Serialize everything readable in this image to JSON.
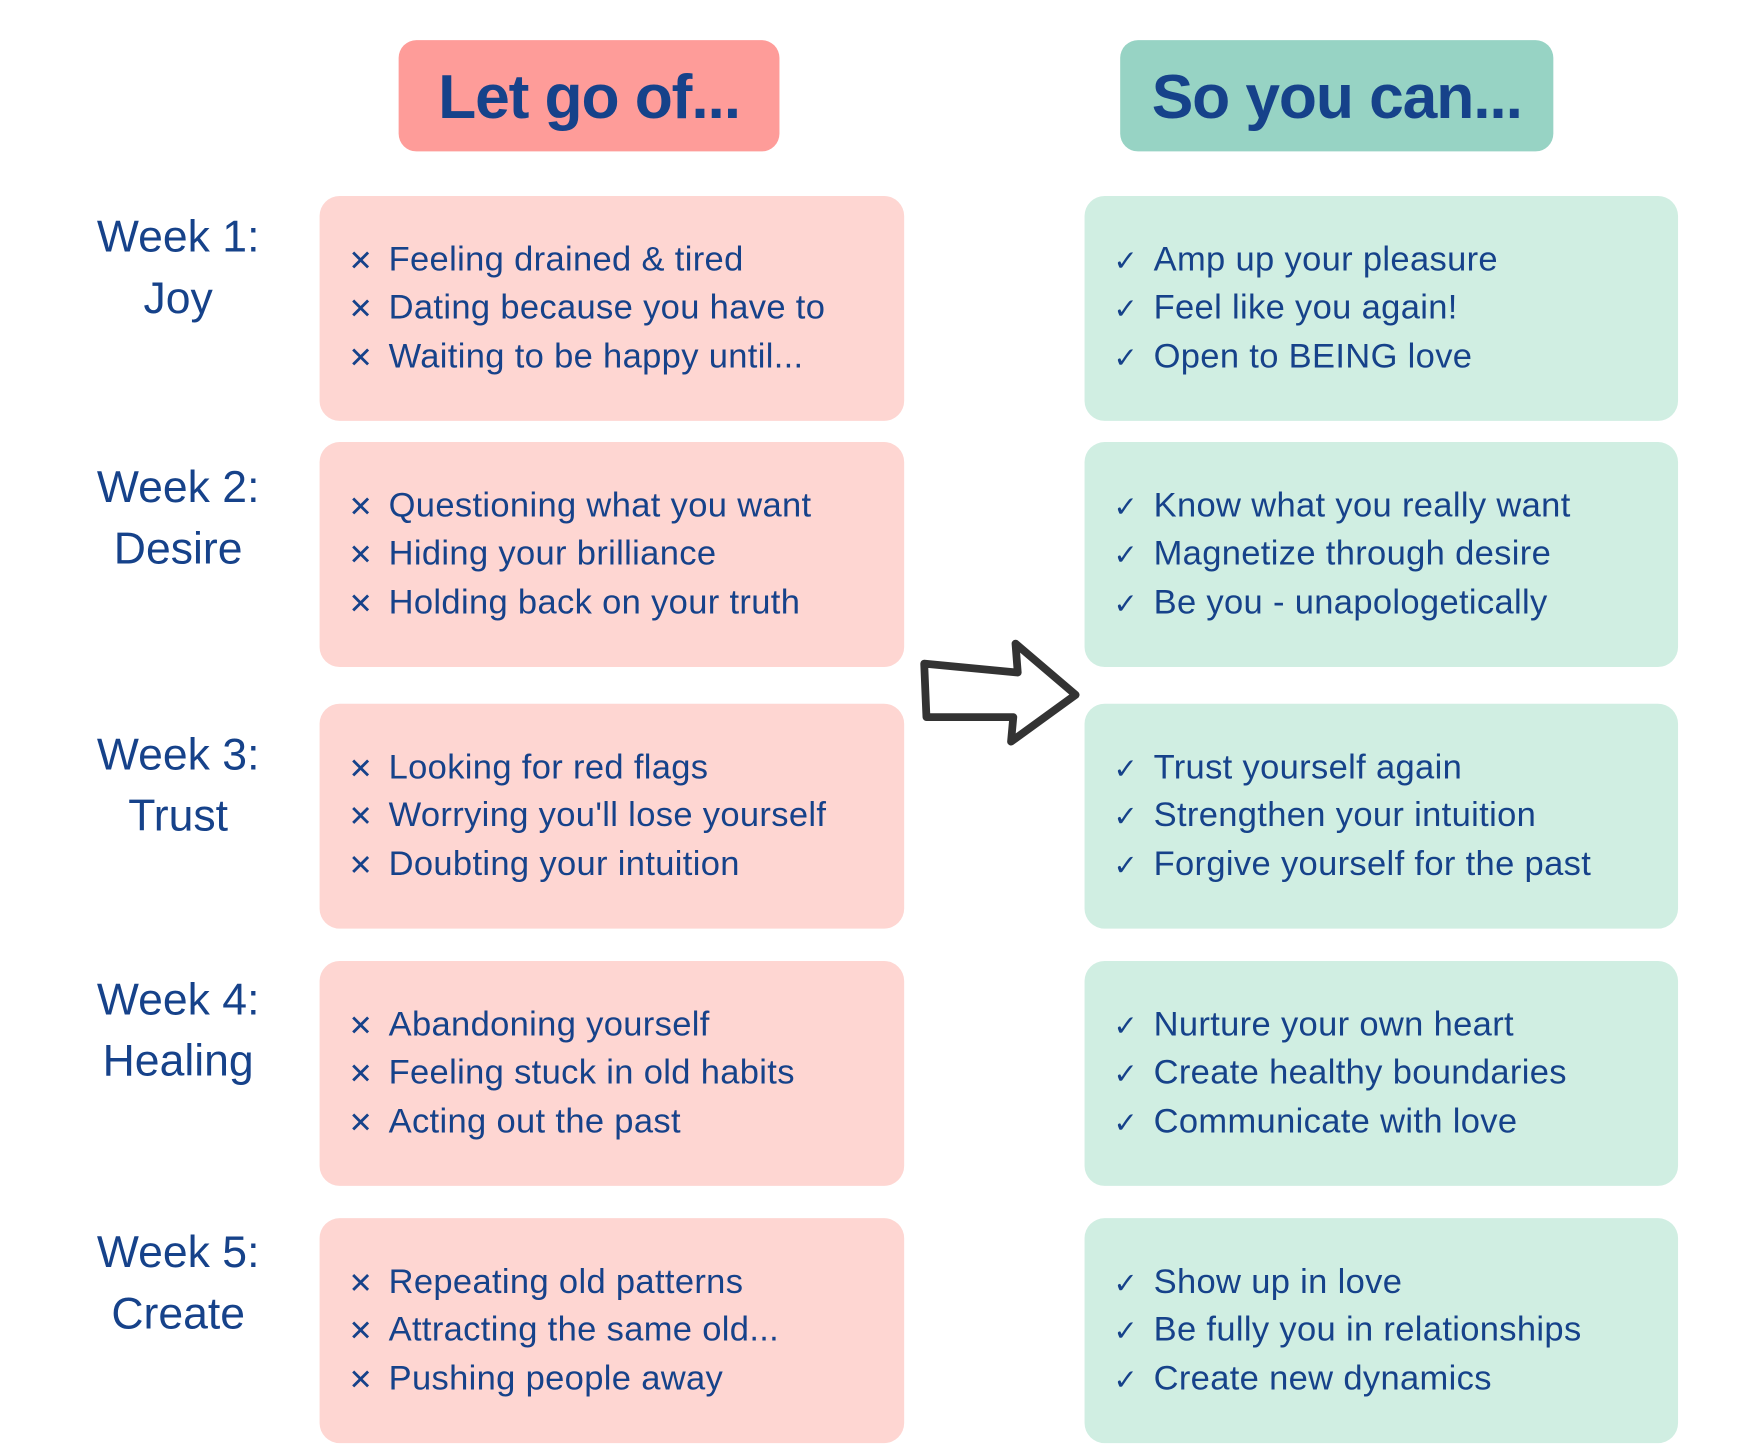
{
  "headers": {
    "left": "Let go of...",
    "right": "So you can..."
  },
  "colors": {
    "text": "#16428a",
    "left_header": "#fe9c99",
    "right_header": "#97d3c4",
    "left_box": "#fed6d2",
    "right_box": "#d0eee2"
  },
  "icons": {
    "left_item": "x-mark-icon",
    "right_item": "checkmark-icon",
    "center": "arrow-right-icon"
  },
  "weeks": [
    {
      "week": "Week 1:",
      "theme": "Joy",
      "let_go": [
        "Feeling drained & tired",
        "Dating because you have to",
        "Waiting to be happy until..."
      ],
      "so_you_can": [
        "Amp up your pleasure",
        "Feel like you again!",
        "Open to BEING love"
      ]
    },
    {
      "week": "Week 2:",
      "theme": "Desire",
      "let_go": [
        "Questioning what you want",
        "Hiding your brilliance",
        "Holding back on your truth"
      ],
      "so_you_can": [
        "Know what you really want",
        "Magnetize through desire",
        "Be you - unapologetically"
      ]
    },
    {
      "week": "Week 3:",
      "theme": "Trust",
      "let_go": [
        "Looking for red flags",
        "Worrying you'll lose yourself",
        "Doubting your intuition"
      ],
      "so_you_can": [
        "Trust yourself again",
        "Strengthen your intuition",
        "Forgive yourself for the past"
      ]
    },
    {
      "week": "Week 4:",
      "theme": "Healing",
      "let_go": [
        "Abandoning yourself",
        "Feeling stuck in old habits",
        "Acting out the past"
      ],
      "so_you_can": [
        "Nurture your own heart",
        "Create healthy boundaries",
        "Communicate with love"
      ]
    },
    {
      "week": "Week 5:",
      "theme": "Create",
      "let_go": [
        "Repeating old patterns",
        "Attracting the same old...",
        "Pushing people away"
      ],
      "so_you_can": [
        "Show up in love",
        "Be fully you in relationships",
        "Create new dynamics"
      ]
    }
  ]
}
